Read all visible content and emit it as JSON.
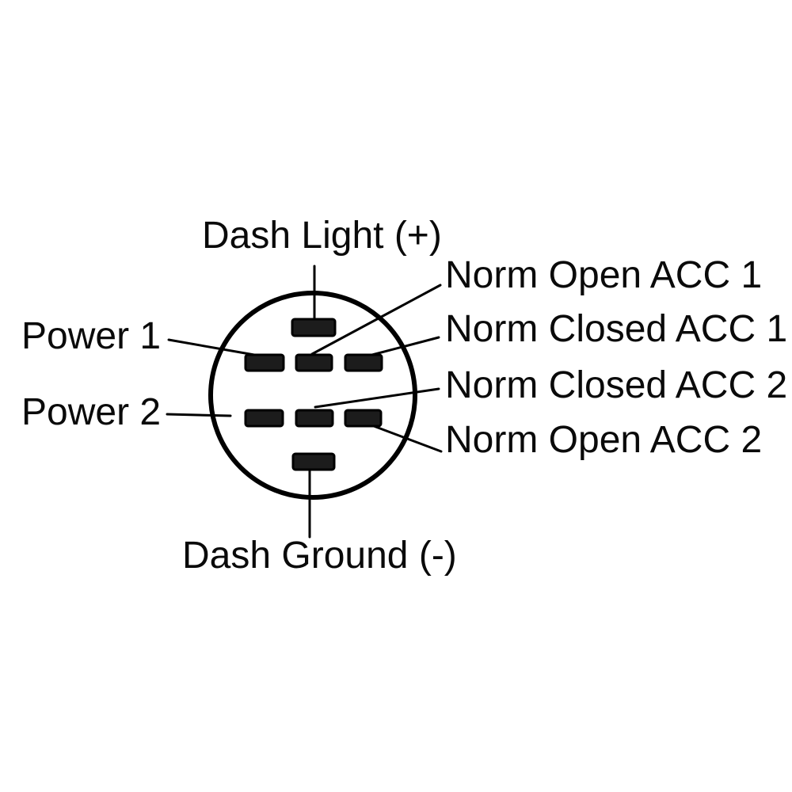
{
  "diagram": {
    "labels": {
      "dash_light": "Dash Light (+)",
      "power1": "Power 1",
      "power2": "Power 2",
      "dash_ground": "Dash Ground (-)",
      "norm_open_acc1": "Norm Open ACC 1",
      "norm_closed_acc1": "Norm Closed ACC 1",
      "norm_closed_acc2": "Norm Closed ACC 2",
      "norm_open_acc2": "Norm Open ACC 2"
    },
    "pin_count": 8,
    "colors": {
      "background": "#ffffff",
      "stroke": "#000000",
      "pin_fill": "#1c1c1c",
      "text": "#0a0a0a"
    }
  }
}
